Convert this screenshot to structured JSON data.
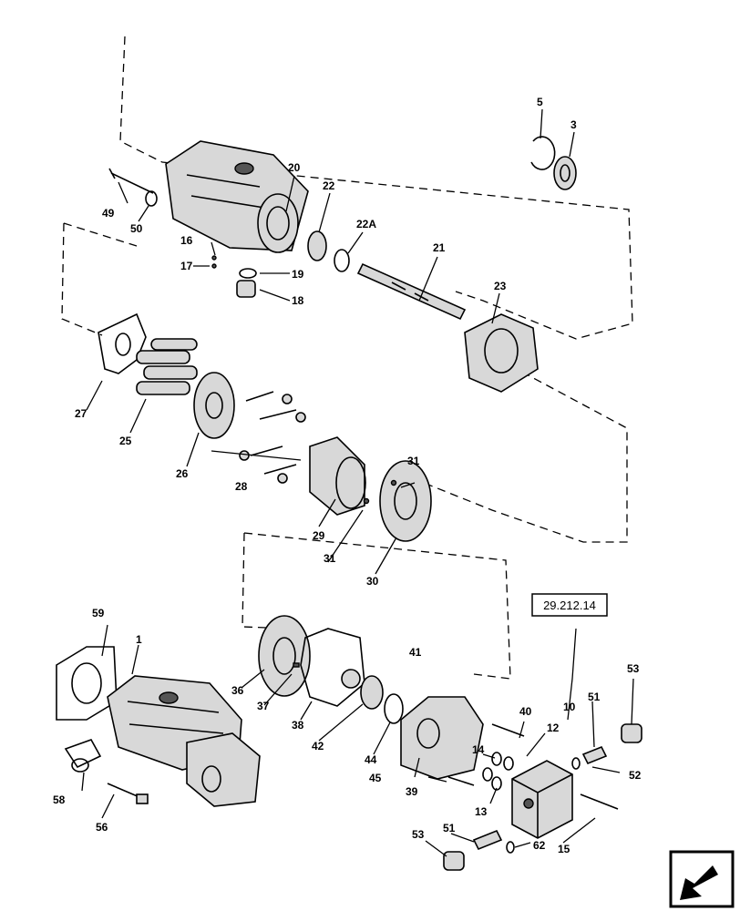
{
  "reference_box": {
    "label": "29.212.14"
  },
  "callouts": {
    "c1": "1",
    "c3": "3",
    "c5": "5",
    "c10": "10",
    "c12": "12",
    "c13": "13",
    "c14": "14",
    "c15": "15",
    "c16": "16",
    "c17": "17",
    "c18": "18",
    "c19": "19",
    "c20": "20",
    "c21": "21",
    "c22": "22",
    "c22a": "22A",
    "c23": "23",
    "c25": "25",
    "c26": "26",
    "c27": "27",
    "c28": "28",
    "c29": "29",
    "c30": "30",
    "c31a": "31",
    "c31b": "31",
    "c36": "36",
    "c37": "37",
    "c38": "38",
    "c39": "39",
    "c40": "40",
    "c41": "41",
    "c42": "42",
    "c44": "44",
    "c45": "45",
    "c49": "49",
    "c50": "50",
    "c51a": "51",
    "c51b": "51",
    "c52": "52",
    "c53a": "53",
    "c53b": "53",
    "c56": "56",
    "c58": "58",
    "c59": "59",
    "c62": "62"
  },
  "icons": {
    "nav": "next-page-arrow-icon"
  }
}
